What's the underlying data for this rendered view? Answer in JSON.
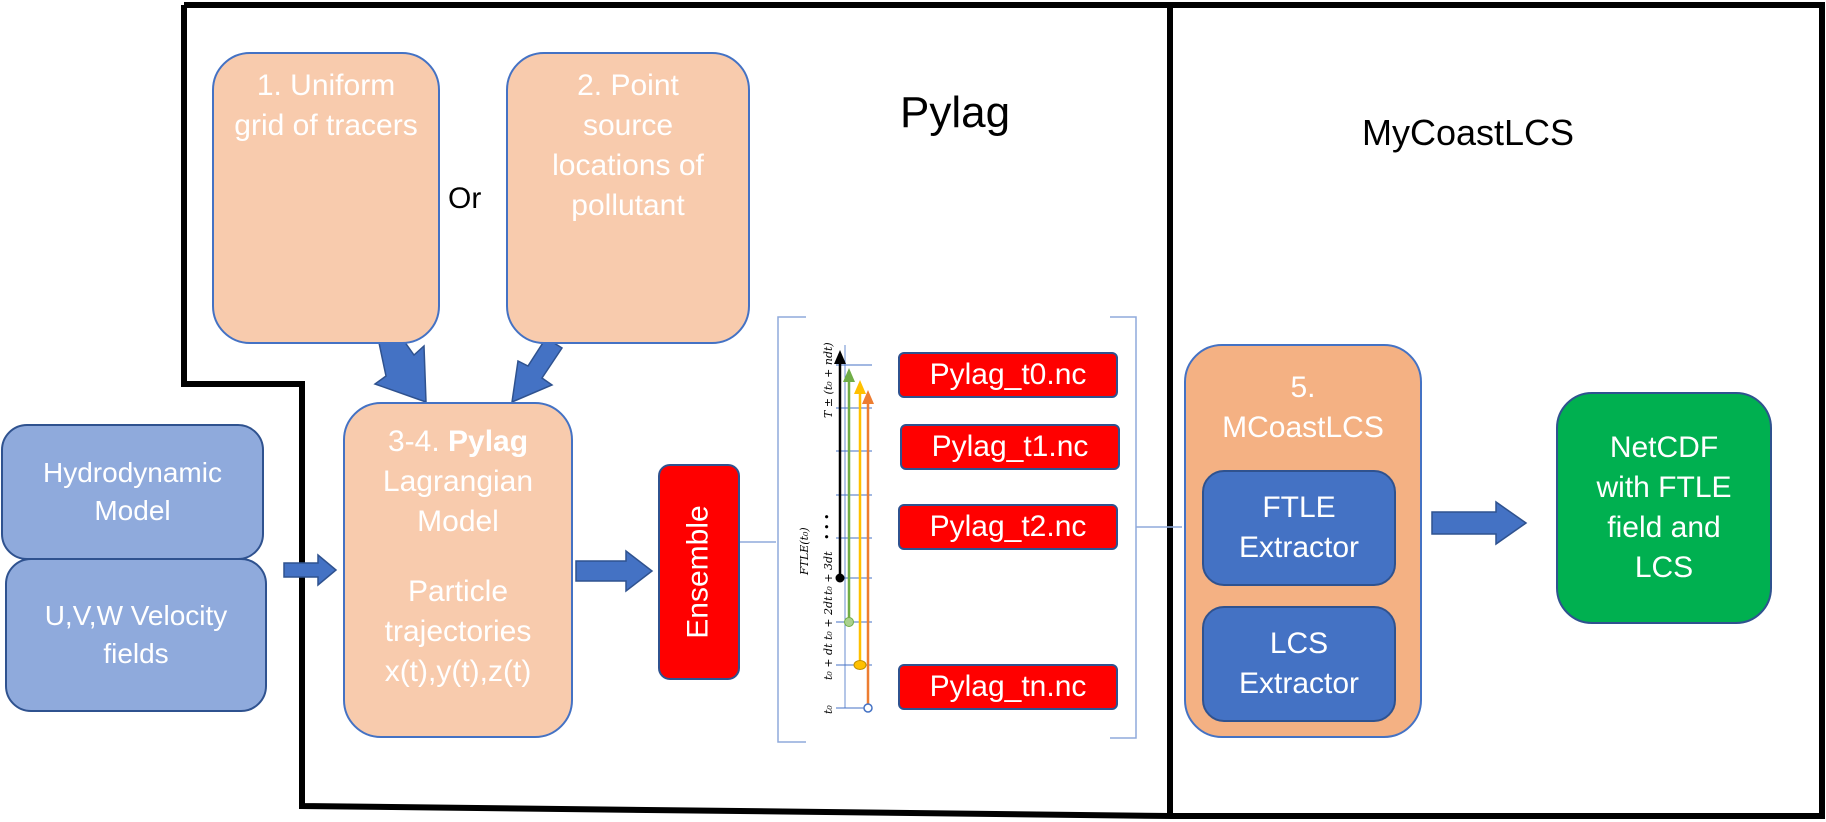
{
  "sections": {
    "pylag_title": "Pylag",
    "mycoast_title": "MyCoastLCS"
  },
  "nodes": {
    "uniform_grid": "1. Uniform grid of tracers",
    "or_label": "Or",
    "point_source": "2. Point source locations of pollutant",
    "pylag_model_prefix": "3-4.",
    "pylag_model_bold": "Pylag",
    "pylag_model_rest": "Lagrangian Model",
    "pylag_model_traj": "Particle trajectories",
    "pylag_model_xyz": "x(t),y(t),z(t)",
    "hydro_model": "Hydrodynamic Model",
    "velocity_fields": "U,V,W Velocity fields",
    "ensemble": "Ensemble",
    "mcoast": "5. MCoastLCS",
    "ftle_extractor": "FTLE Extractor",
    "lcs_extractor": "LCS Extractor",
    "netcdf": "NetCDF with FTLE field and LCS"
  },
  "files": [
    "Pylag_t0.nc",
    "Pylag_t1.nc",
    "Pylag_t2.nc",
    "Pylag_tn.nc"
  ],
  "timeline": {
    "t0": "t₀",
    "t0_dt": "t₀ + dt",
    "t0_2dt": "t₀ + 2dt",
    "t0_3dt": "t₀ + 3dt",
    "ftle": "FTLE(t₀)",
    "T": "T ± (t₀ + ndt)",
    "dots": "• • •"
  },
  "colors": {
    "peach": "#f8cbad",
    "peach_dark": "#f4b183",
    "blue_light": "#8faadc",
    "blue": "#4472c4",
    "green": "#00b050",
    "red": "#ff0000"
  }
}
